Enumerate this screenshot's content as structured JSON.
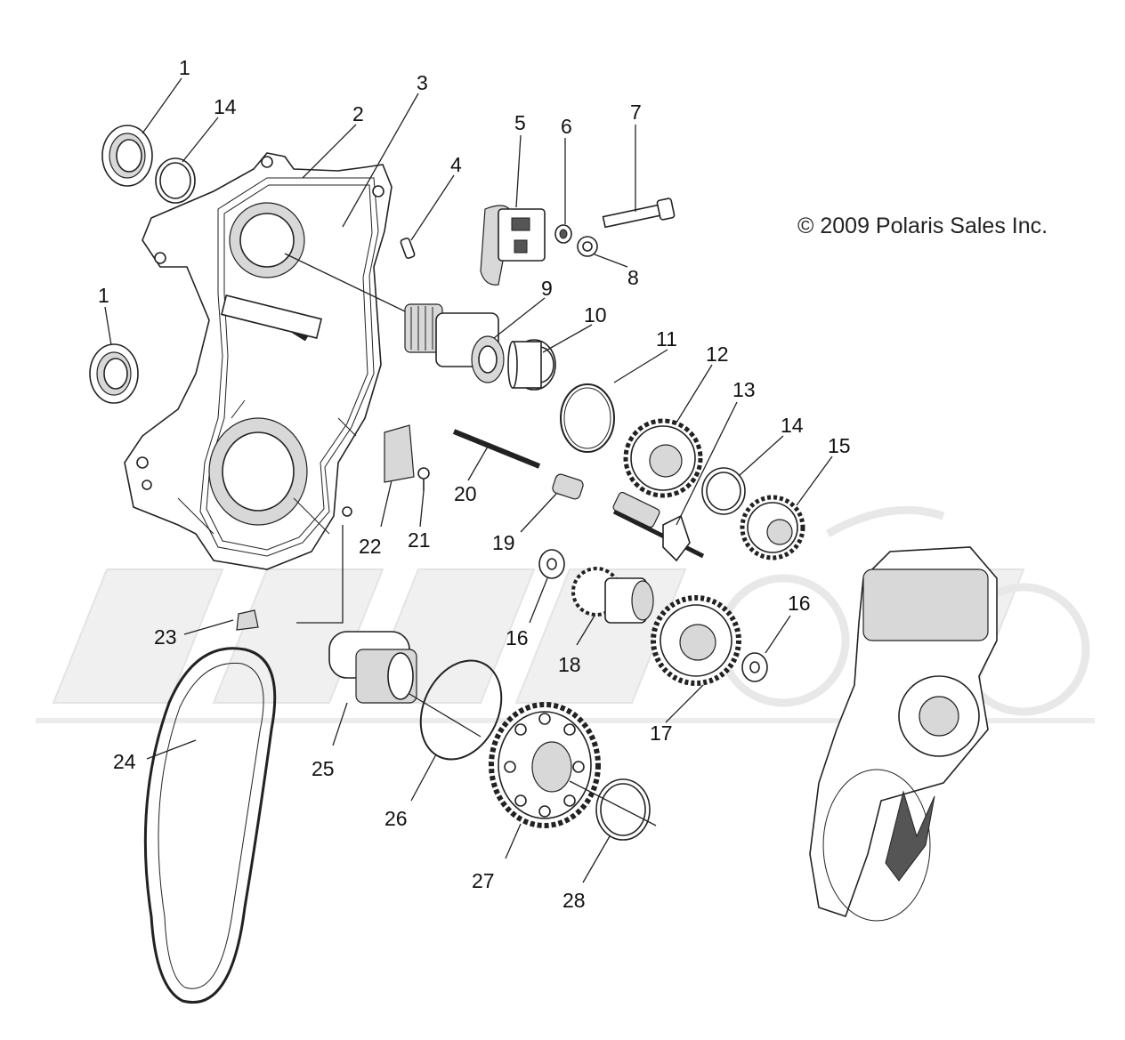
{
  "copyright": "© 2009 Polaris Sales Inc.",
  "callouts": [
    {
      "id": "c1a",
      "label": "1"
    },
    {
      "id": "c14a",
      "label": "14"
    },
    {
      "id": "c2",
      "label": "2"
    },
    {
      "id": "c3",
      "label": "3"
    },
    {
      "id": "c4",
      "label": "4"
    },
    {
      "id": "c5",
      "label": "5"
    },
    {
      "id": "c6",
      "label": "6"
    },
    {
      "id": "c7",
      "label": "7"
    },
    {
      "id": "c8",
      "label": "8"
    },
    {
      "id": "c1b",
      "label": "1"
    },
    {
      "id": "c9",
      "label": "9"
    },
    {
      "id": "c10",
      "label": "10"
    },
    {
      "id": "c11",
      "label": "11"
    },
    {
      "id": "c12",
      "label": "12"
    },
    {
      "id": "c13",
      "label": "13"
    },
    {
      "id": "c14b",
      "label": "14"
    },
    {
      "id": "c15",
      "label": "15"
    },
    {
      "id": "c20",
      "label": "20"
    },
    {
      "id": "c22",
      "label": "22"
    },
    {
      "id": "c21",
      "label": "21"
    },
    {
      "id": "c19",
      "label": "19"
    },
    {
      "id": "c16a",
      "label": "16"
    },
    {
      "id": "c18",
      "label": "18"
    },
    {
      "id": "c16b",
      "label": "16"
    },
    {
      "id": "c17",
      "label": "17"
    },
    {
      "id": "c23",
      "label": "23"
    },
    {
      "id": "c24",
      "label": "24"
    },
    {
      "id": "c25",
      "label": "25"
    },
    {
      "id": "c26",
      "label": "26"
    },
    {
      "id": "c27",
      "label": "27"
    },
    {
      "id": "c28",
      "label": "28"
    }
  ]
}
